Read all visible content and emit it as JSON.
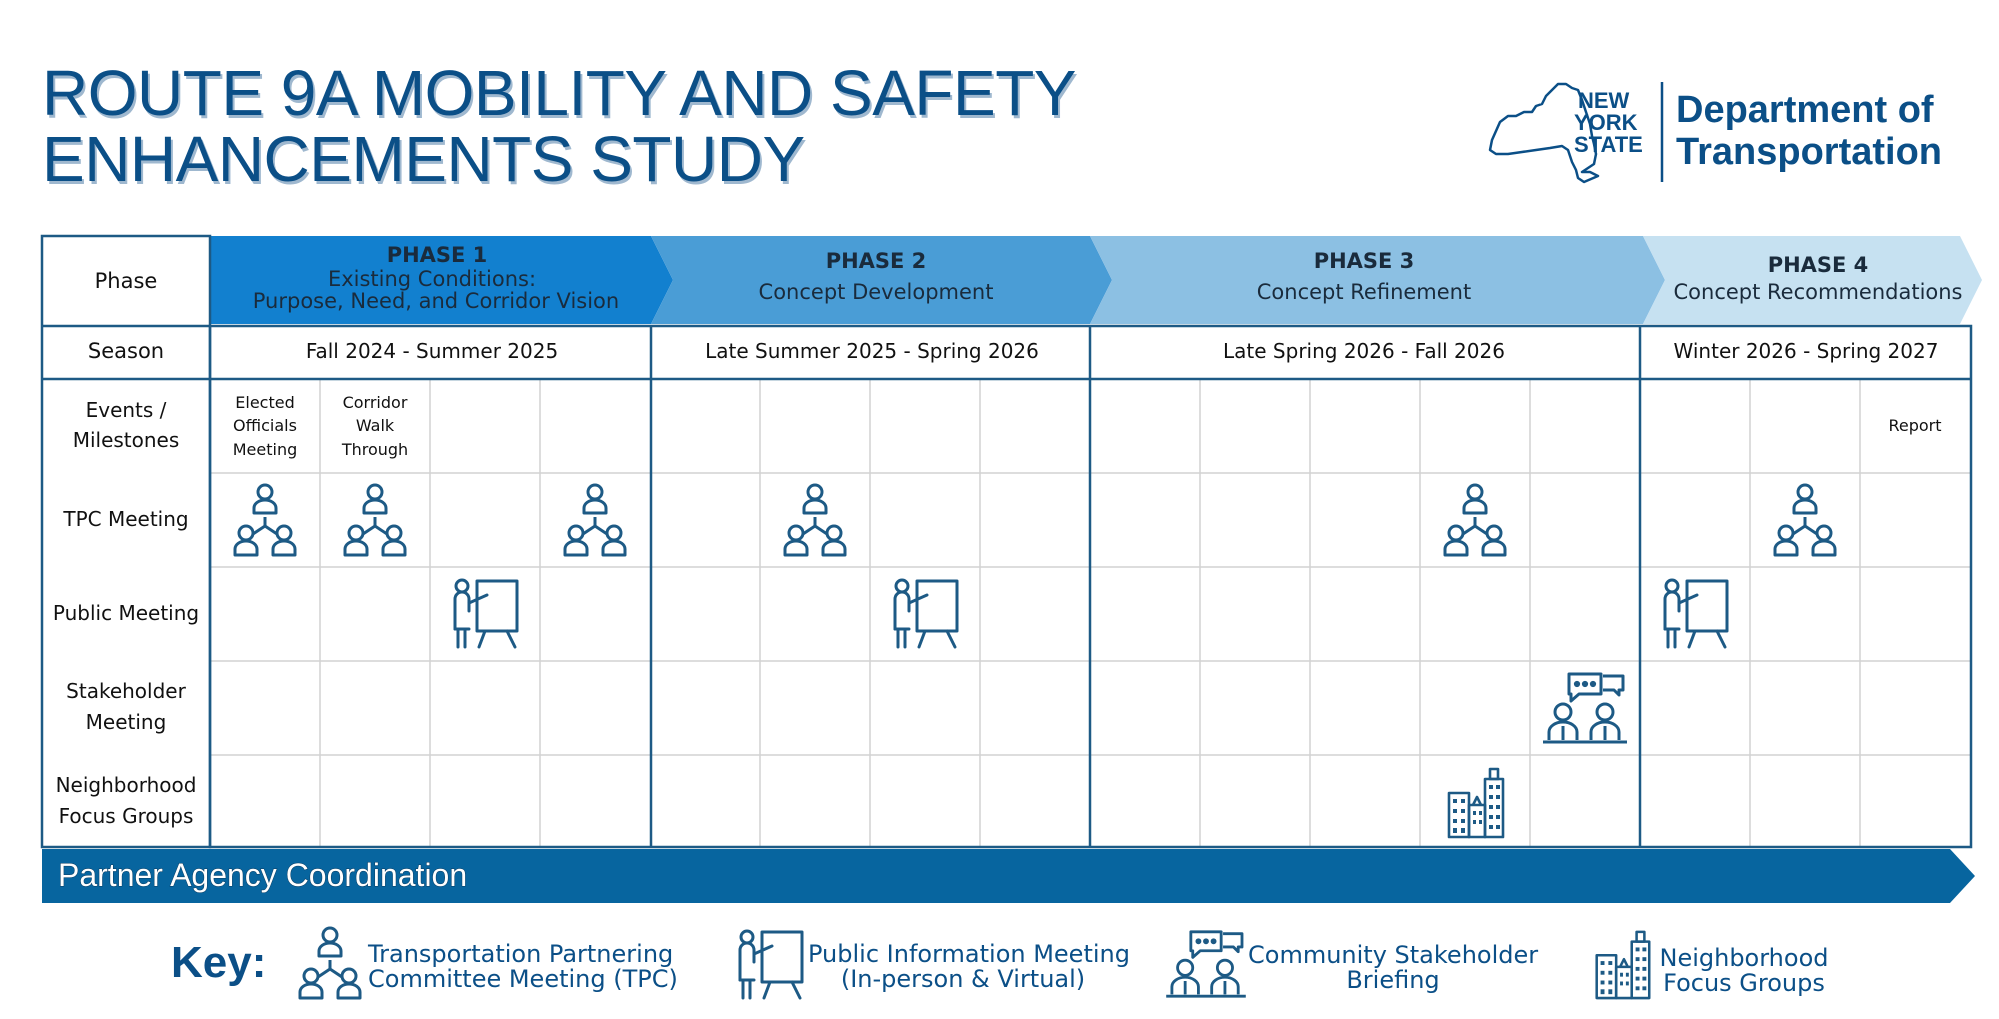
{
  "title": {
    "line1": "ROUTE 9A MOBILITY AND SAFETY",
    "line2": "ENHANCEMENTS STUDY"
  },
  "logo": {
    "state_line1": "NEW",
    "state_line2": "YORK",
    "state_line3": "STATE",
    "dept_line1": "Department of",
    "dept_line2": "Transportation"
  },
  "colors": {
    "phase1": "#1280cf",
    "phase2": "#4a9dd6",
    "phase3": "#8cc0e3",
    "phase4": "#c6e1f1",
    "border": "#1d5a85",
    "icon": "#1d5a85",
    "partner_band": "#07659f"
  },
  "row_headers": {
    "phase": "Phase",
    "season": "Season",
    "events_line1": "Events /",
    "events_line2": "Milestones",
    "tpc": "TPC Meeting",
    "public": "Public Meeting",
    "stakeholder_line1": "Stakeholder",
    "stakeholder_line2": "Meeting",
    "neighborhood_line1": "Neighborhood",
    "neighborhood_line2": "Focus Groups"
  },
  "phases": [
    {
      "name": "PHASE 1",
      "desc_line1": "Existing Conditions:",
      "desc_line2": "Purpose, Need, and Corridor Vision",
      "season": "Fall 2024 - Summer 2025"
    },
    {
      "name": "PHASE 2",
      "desc_line1": "Concept Development",
      "desc_line2": "",
      "season": "Late Summer 2025 - Spring 2026"
    },
    {
      "name": "PHASE 3",
      "desc_line1": "Concept Refinement",
      "desc_line2": "",
      "season": "Late Spring 2026 - Fall 2026"
    },
    {
      "name": "PHASE 4",
      "desc_line1": "Concept Recommendations",
      "desc_line2": "",
      "season": "Winter 2026 - Spring 2027"
    }
  ],
  "milestones": {
    "elected_line1": "Elected",
    "elected_line2": "Officials",
    "elected_line3": "Meeting",
    "corridor_line1": "Corridor",
    "corridor_line2": "Walk",
    "corridor_line3": "Through",
    "report": "Report"
  },
  "partner_band": {
    "label": "Partner Agency Coordination"
  },
  "key": {
    "title": "Key:",
    "tpc_line1": "Transportation Partnering",
    "tpc_line2": "Committee Meeting (TPC)",
    "public_line1": "Public Information Meeting",
    "public_line2": "(In-person & Virtual)",
    "stakeholder_line1": "Community Stakeholder",
    "stakeholder_line2": "Briefing",
    "neighborhood_line1": "Neighborhood",
    "neighborhood_line2": "Focus Groups"
  },
  "schedule": {
    "tpc_meeting_columns": [
      1,
      2,
      4,
      6,
      12,
      15
    ],
    "public_meeting_columns": [
      3,
      7,
      14
    ],
    "stakeholder_meeting_columns": [
      13
    ],
    "neighborhood_focus_group_columns": [
      12
    ]
  }
}
